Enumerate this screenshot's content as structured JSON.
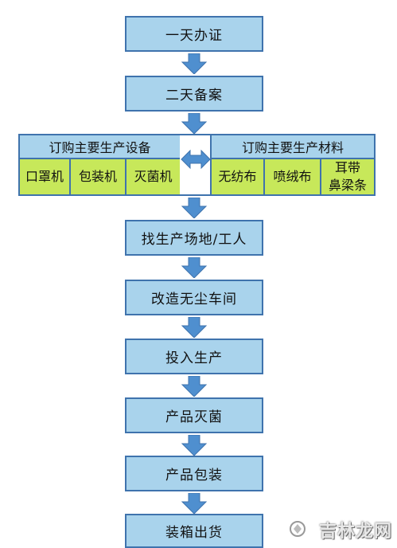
{
  "steps": [
    {
      "label": "一天办证"
    },
    {
      "label": "二天备案"
    },
    {
      "label": "找生产场地/工人"
    },
    {
      "label": "改造无尘车间"
    },
    {
      "label": "投入生产"
    },
    {
      "label": "产品灭菌"
    },
    {
      "label": "产品包装"
    },
    {
      "label": "装箱出货"
    }
  ],
  "equipment": {
    "title": "订购主要生产设备",
    "items": [
      "口罩机",
      "包装机",
      "灭菌机"
    ]
  },
  "materials": {
    "title": "订购主要生产材料",
    "items": [
      "无纺布",
      "喷绒布",
      "耳带\n鼻梁条"
    ]
  },
  "watermark": "吉林龙网",
  "colors": {
    "step_fill": "#a9d3ec",
    "item_fill": "#c7e85a",
    "border": "#3f73ad",
    "arrow": "#4f8fcf"
  }
}
